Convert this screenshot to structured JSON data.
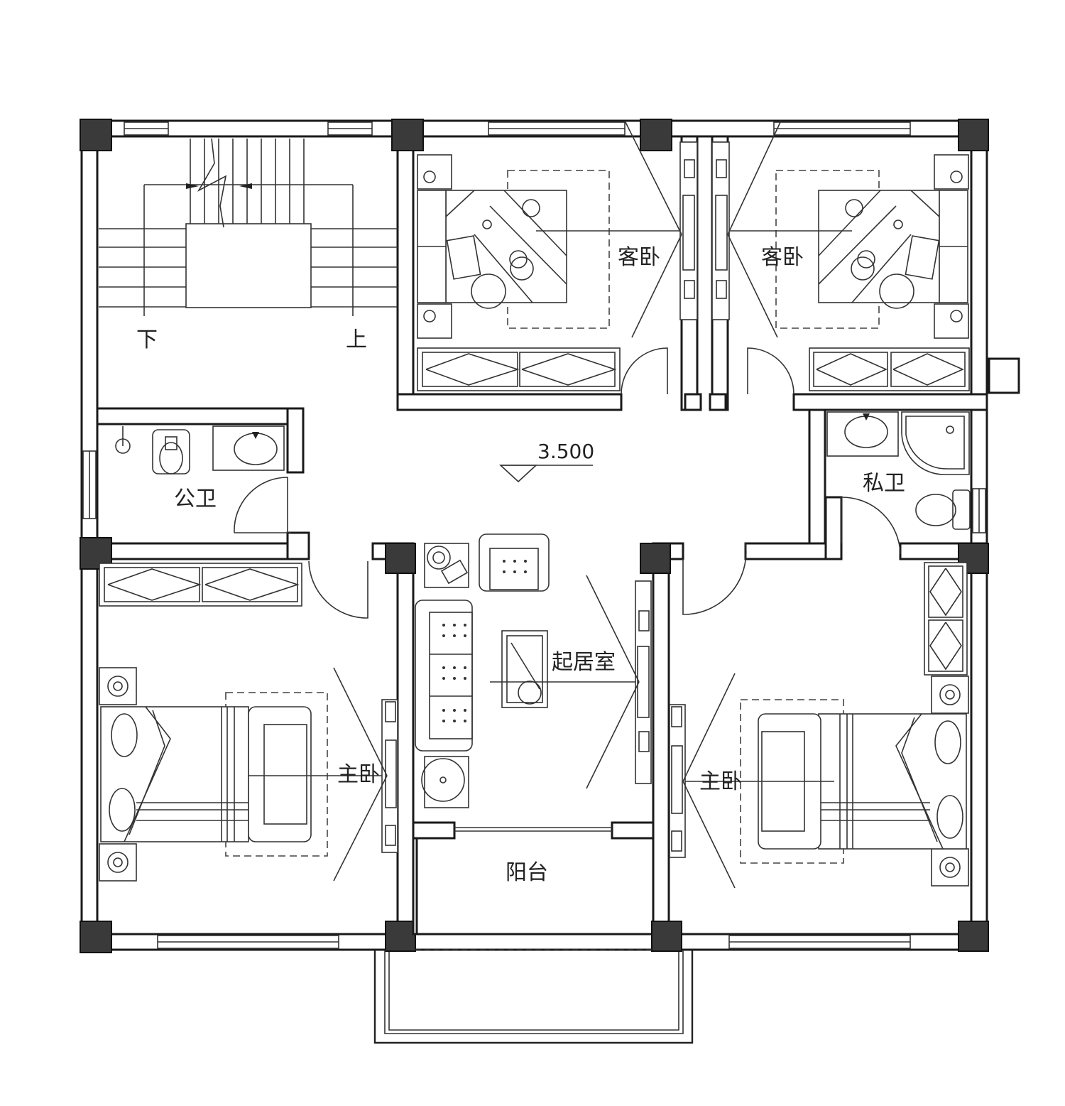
{
  "rooms": {
    "guest_bedroom_1": "客卧",
    "guest_bedroom_2": "客卧",
    "public_bathroom": "公卫",
    "private_bathroom": "私卫",
    "living_room": "起居室",
    "master_bedroom_left": "主卧",
    "master_bedroom_right": "主卧",
    "balcony": "阳台"
  },
  "stairs": {
    "down_label": "下",
    "up_label": "上"
  },
  "elevation": {
    "value": "3.500"
  },
  "colors": {
    "line": "#1a1a1a",
    "column": "#3a3a3a",
    "background": "#ffffff"
  },
  "icons": [
    "bed-icon",
    "sofa-icon",
    "armchair-icon",
    "coffee-table-icon",
    "toilet-icon",
    "squat-toilet-icon",
    "washbasin-icon",
    "shower-icon",
    "wardrobe-icon",
    "nightstand-lamp-icon",
    "plant-icon",
    "door-swing-icon",
    "stair-icon"
  ]
}
